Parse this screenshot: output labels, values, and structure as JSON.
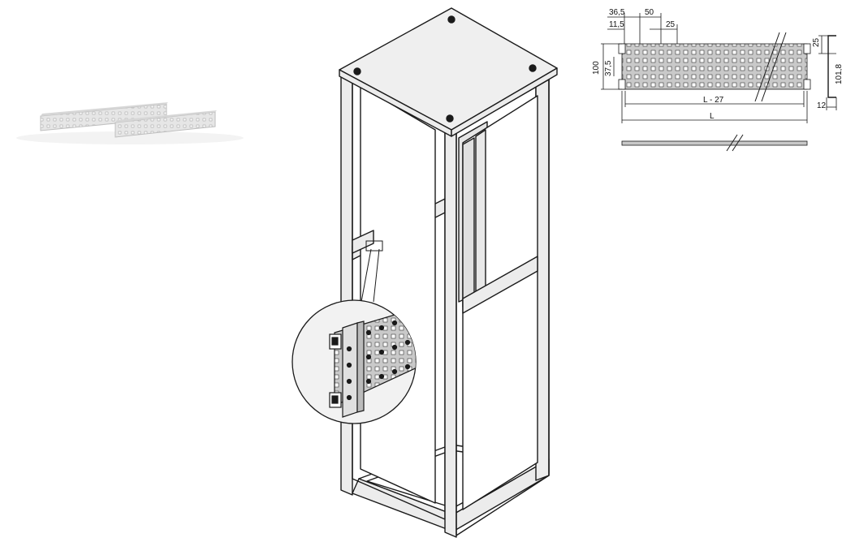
{
  "drawing": {
    "dim_36_5": "36,5",
    "dim_11_5": "11,5",
    "dim_50": "50",
    "dim_25_top": "25",
    "dim_100": "100",
    "dim_37_5": "37,5",
    "dim_L_27": "L - 27",
    "dim_L": "L",
    "dim_25_side": "25",
    "dim_12": "12",
    "dim_cut": "101,8"
  },
  "colors": {
    "line": "#1a1a1a",
    "metal_fill": "#ececec",
    "plate_fill": "#c8c8c8",
    "product_fill": "#e2e2e2"
  },
  "icons": [
    "product-photo",
    "cabinet-frame-illustration",
    "detail-magnifier",
    "technical-drawing"
  ]
}
